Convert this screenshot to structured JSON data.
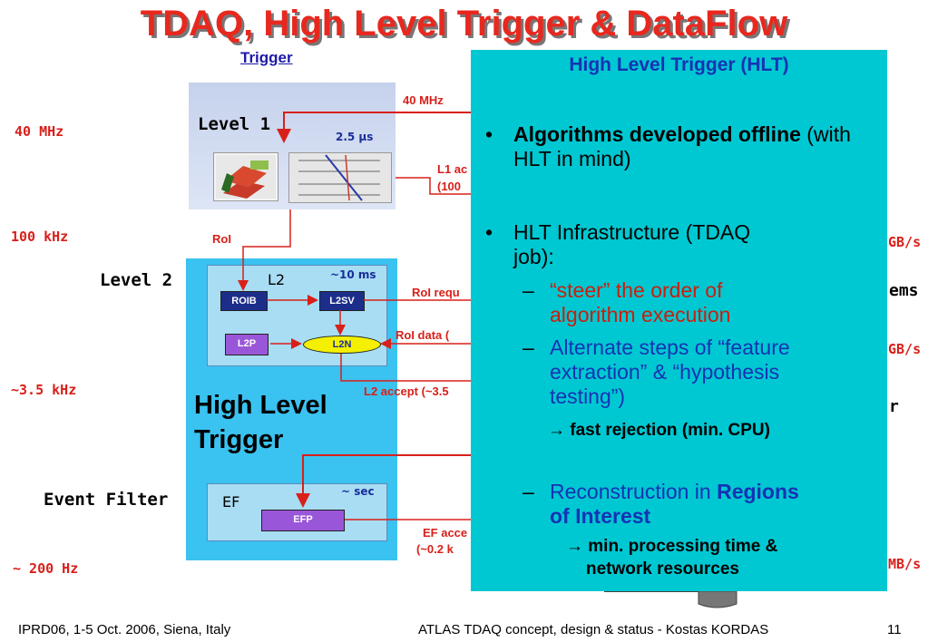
{
  "title": "TDAQ, High Level Trigger & DataFlow",
  "trigger_link": "Trigger",
  "rates": {
    "r40": "40 MHz",
    "r100k": "100 kHz",
    "r35k": "~3.5 kHz",
    "r200": "~ 200 Hz"
  },
  "levels": {
    "level1": "Level 1",
    "level2": "Level 2",
    "event_filter": "Event Filter"
  },
  "level1_latency": "2.5 μs",
  "arrows": {
    "mhz40": "40 MHz",
    "l1accept": "L1 ac",
    "l1accept2": "(100",
    "roi": "RoI",
    "roi_request": "RoI requ",
    "roi_data": "RoI data (",
    "l2_accept": "L2 accept (~3.5",
    "ef_accept": "EF acce",
    "ef_accept2": "(~0.2 k"
  },
  "l2": {
    "label": "L2",
    "latency": "~10 ms",
    "roib": "ROIB",
    "l2sv": "L2SV",
    "l2p": "L2P",
    "l2n": "L2N"
  },
  "hlt_label_1": "High Level",
  "hlt_label_2": "Trigger",
  "ef": {
    "label": "EF",
    "latency": "~ sec",
    "efp": "EFP"
  },
  "right_fragments": {
    "gbs1": "GB/s",
    "ems": "ems",
    "gbs2": "GB/s",
    "r": "r",
    "mbs": "MB/s"
  },
  "panel": {
    "title": "High Level Trigger (HLT)",
    "b1_bold": "Algorithms developed offline",
    "b1_rest": " (with HLT in mind)",
    "b2_line1": "HLT Infrastructure (TDAQ",
    "b2_line2": "job):",
    "s1_line1": "“steer” the order of",
    "s1_line2": "algorithm execution",
    "s2_line1": "Alternate steps of “feature",
    "s2_line2": "extraction” & “hypothesis",
    "s2_line3": "testing”)",
    "fast_rejection": "fast rejection (min. CPU)",
    "s3_text": "Reconstruction in ",
    "s3_bold1": "Regions",
    "s3_bold2": "of Interest",
    "min_proc_line1": "min. processing time &",
    "min_proc_line2": "network resources"
  },
  "footer": {
    "left": "IPRD06, 1-5 Oct. 2006, Siena, Italy",
    "center": "ATLAS TDAQ concept, design & status - Kostas KORDAS",
    "page": "11"
  }
}
